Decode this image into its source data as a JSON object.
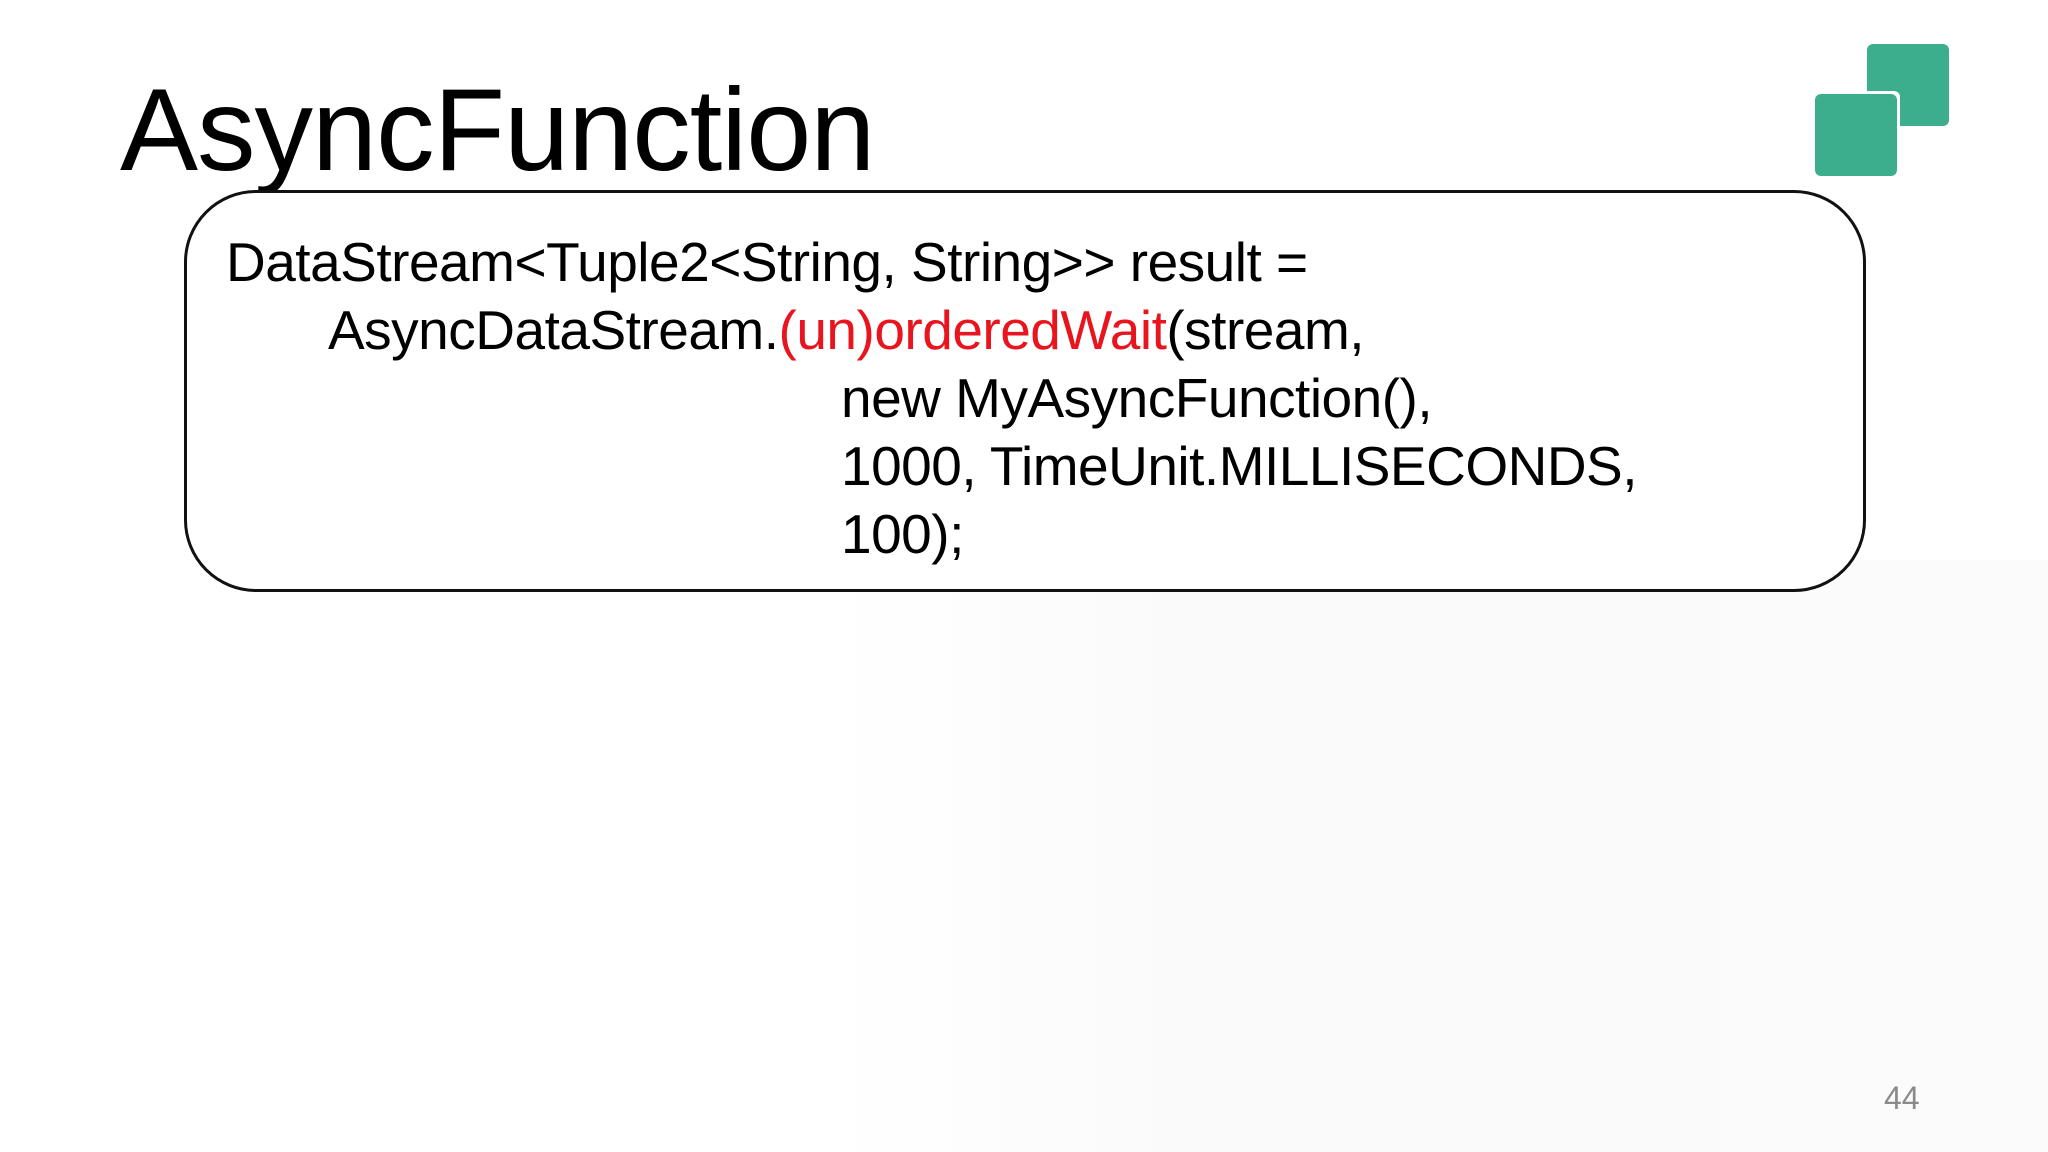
{
  "slide": {
    "title": "AsyncFunction",
    "page_number": "44",
    "logo": {
      "name": "two-squares-logo",
      "color": "#3cae8e"
    }
  },
  "code": {
    "line1": "DataStream<Tuple2<String, String>> result =",
    "line2_prefix": "AsyncDataStream.",
    "line2_highlight": "(un)orderedWait",
    "line2_suffix": "(stream,",
    "line3": "new MyAsyncFunction(),",
    "line4": "1000, TimeUnit.MILLISECONDS,",
    "line5": "100);",
    "highlight_color": "#e8141e"
  }
}
